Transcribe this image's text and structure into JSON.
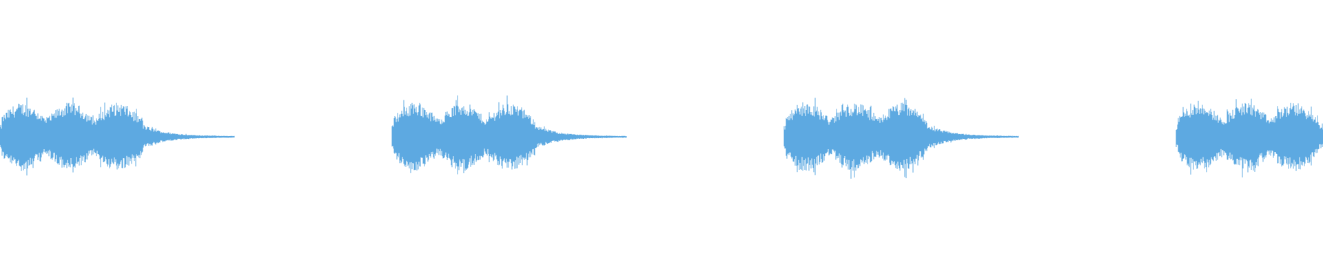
{
  "waveform": {
    "color": "#5DA9E1",
    "background": "#FFFFFF",
    "repeat_count": 4,
    "pulses_per_burst": 3,
    "peak_amplitude": 0.75,
    "tail_fraction": 0.45
  }
}
